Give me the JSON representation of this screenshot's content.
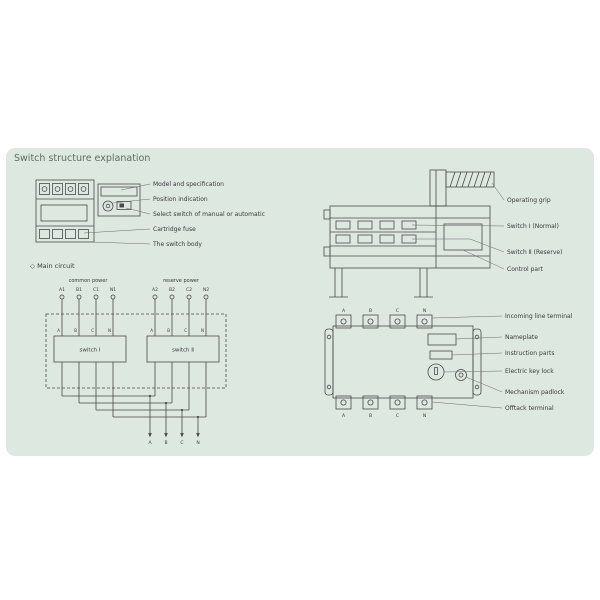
{
  "panel": {
    "title": "Switch structure explanation",
    "background_color": "#dde8e1",
    "line_color": "#4a4a4a"
  },
  "front_view": {
    "labels": [
      "Model and specification",
      "Position indication",
      "Select switch of manual or automatic",
      "Cartridge fuse",
      "The switch body"
    ]
  },
  "main_circuit": {
    "heading": "◇ Main circuit",
    "common_power": "common power",
    "reserve_power": "reserve power",
    "group1_terminals": [
      "A1",
      "B1",
      "C1",
      "N1"
    ],
    "group2_terminals": [
      "A2",
      "B2",
      "C2",
      "N2"
    ],
    "switch1_label": "switch Ⅰ",
    "switch2_label": "switch Ⅱ",
    "phases1": [
      "A",
      "B",
      "C",
      "N"
    ],
    "phases2": [
      "A",
      "B",
      "C",
      "N"
    ],
    "outputs": [
      "A",
      "B",
      "C",
      "N"
    ]
  },
  "side_view": {
    "labels": [
      "Operating grip",
      "Switch Ⅰ (Normal)",
      "Switch Ⅱ (Reserve)",
      "Control part"
    ]
  },
  "front_panel": {
    "labels": [
      "Incoming line terminal",
      "Nameplate",
      "Instruction parts",
      "Electric key lock",
      "Mechanism padlock",
      "Offtack terminal"
    ],
    "top_terminals": [
      "A",
      "B",
      "C",
      "N"
    ],
    "bottom_terminals": [
      "A",
      "B",
      "C",
      "N"
    ]
  }
}
